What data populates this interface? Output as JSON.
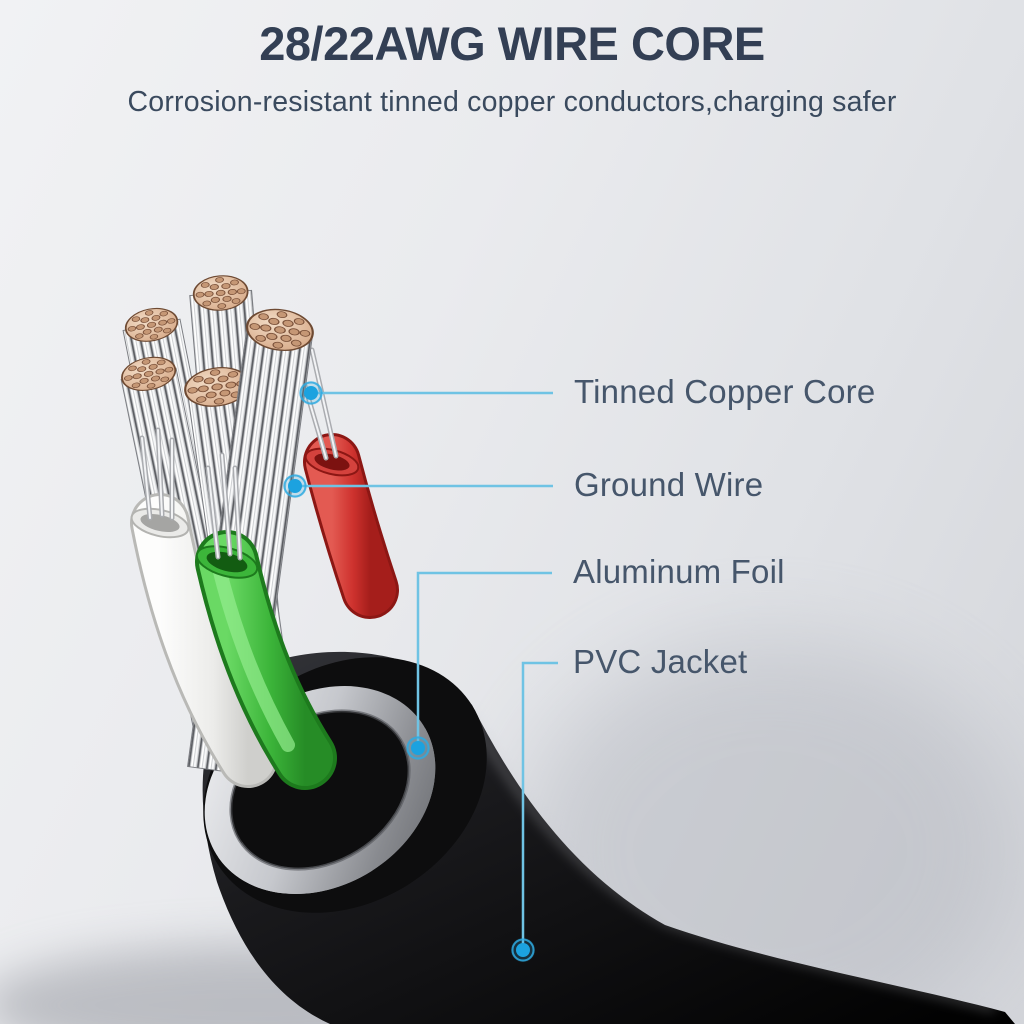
{
  "header": {
    "title": "28/22AWG WIRE CORE",
    "subtitle": "Corrosion-resistant tinned copper conductors,charging safer"
  },
  "callouts": [
    {
      "id": "tinned-copper-core",
      "label": "Tinned Copper Core"
    },
    {
      "id": "ground-wire",
      "label": "Ground Wire"
    },
    {
      "id": "aluminum-foil",
      "label": "Aluminum Foil"
    },
    {
      "id": "pvc-jacket",
      "label": "PVC Jacket"
    }
  ],
  "colors": {
    "title_text": "#333f54",
    "subtitle_text": "#3a4a5e",
    "callout_text": "#46566b",
    "leader_line": "#6fc3e4",
    "leader_dot": "#1ca2df",
    "background_top": "#f1f2f4",
    "background_bottom": "#d3d5da",
    "pvc_jacket": "#121214",
    "aluminum_foil": "#c6c8cd",
    "tinned_strand": "#c9cbce",
    "copper_face": "#dbb191",
    "wire_red": "#ce322e",
    "wire_green": "#3cb53a",
    "wire_white": "#eaeae8"
  },
  "illustration": {
    "name": "usb-cable-cutaway",
    "parts": [
      "tinned-copper-strand-bundle",
      "ground-wire-strand-bundle",
      "aluminum-foil-collar",
      "pvc-jacket-cable",
      "red-wire",
      "green-wire",
      "white-wire"
    ]
  }
}
